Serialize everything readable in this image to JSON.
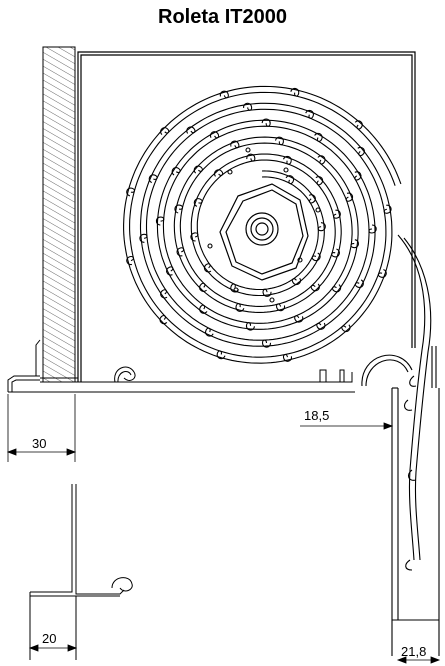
{
  "title": "Roleta IT2000",
  "dimensions": {
    "wall_offset": "30",
    "guide_gap": "18,5",
    "bottom_profile": "20",
    "guide_width": "21,8"
  },
  "colors": {
    "line": "#000000",
    "background": "#ffffff",
    "hatch": "#444444"
  }
}
